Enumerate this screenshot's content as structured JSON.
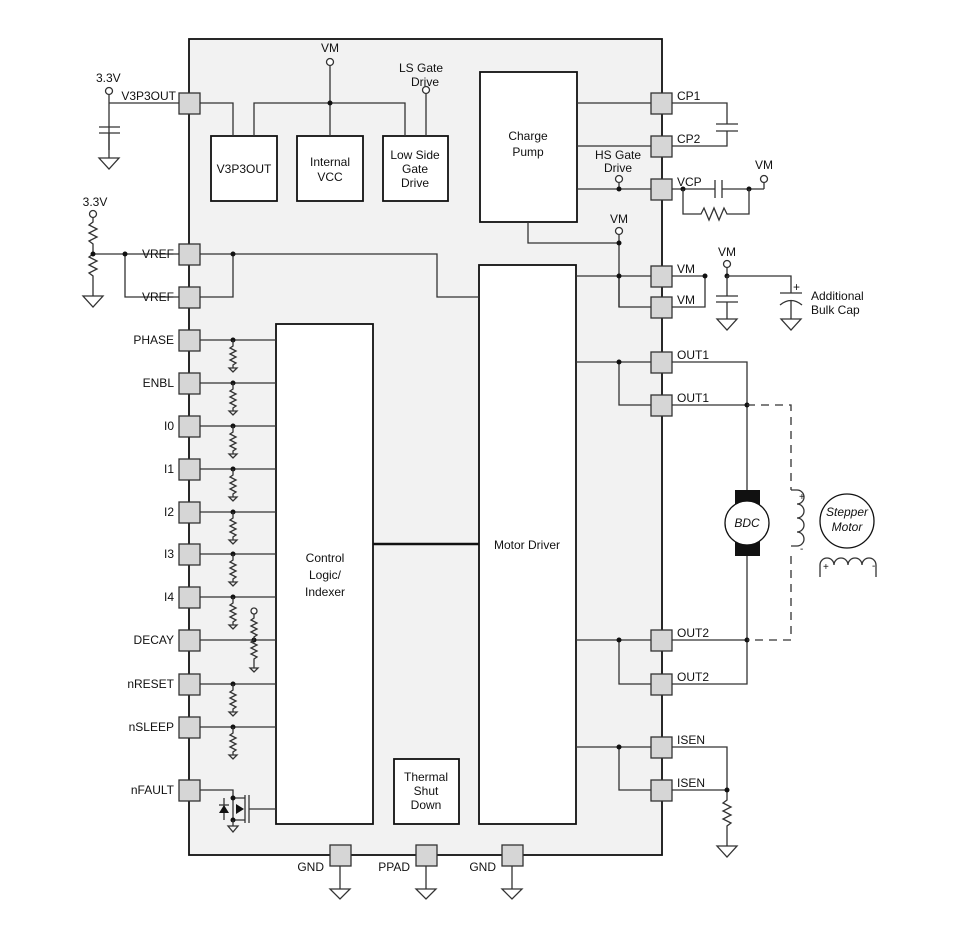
{
  "title": "Motor driver functional block diagram",
  "chip_blocks": {
    "v3p3out": [
      "V3P3OUT"
    ],
    "internal_vcc": [
      "Internal",
      "VCC"
    ],
    "low_side_gate_drive": [
      "Low Side",
      "Gate",
      "Drive"
    ],
    "charge_pump": [
      "Charge",
      "Pump"
    ],
    "motor_driver": [
      "Motor Driver"
    ],
    "control_logic": [
      "Control",
      "Logic/",
      "Indexer"
    ],
    "thermal_shutdown": [
      "Thermal",
      "Shut",
      "Down"
    ]
  },
  "left_pins": [
    "V3P3OUT",
    "VREF",
    "VREF",
    "PHASE",
    "ENBL",
    "I0",
    "I1",
    "I2",
    "I3",
    "I4",
    "DECAY",
    "nRESET",
    "nSLEEP",
    "nFAULT"
  ],
  "right_pins": [
    "CP1",
    "CP2",
    "VCP",
    "VM",
    "VM",
    "OUT1",
    "OUT1",
    "OUT2",
    "OUT2",
    "ISEN",
    "ISEN"
  ],
  "bottom_pins": [
    "GND",
    "PPAD",
    "GND"
  ],
  "rail_labels": {
    "v3p3_top": "3.3V",
    "v3p3_vref": "3.3V",
    "vm_internal": "VM",
    "ls_gate_drive": [
      "LS Gate",
      "Drive"
    ],
    "hs_gate_drive": [
      "HS Gate",
      "Drive"
    ],
    "vm_charge_pump": "VM",
    "vm_vcp": "VM",
    "vm_bulk": "VM"
  },
  "external": {
    "bulk_cap": [
      "Additional",
      "Bulk Cap"
    ],
    "bulk_cap_polarity": "+",
    "bdc_motor": "BDC",
    "stepper_motor": [
      "Stepper",
      "Motor"
    ],
    "coil_plus": "+",
    "coil_minus": "-"
  }
}
